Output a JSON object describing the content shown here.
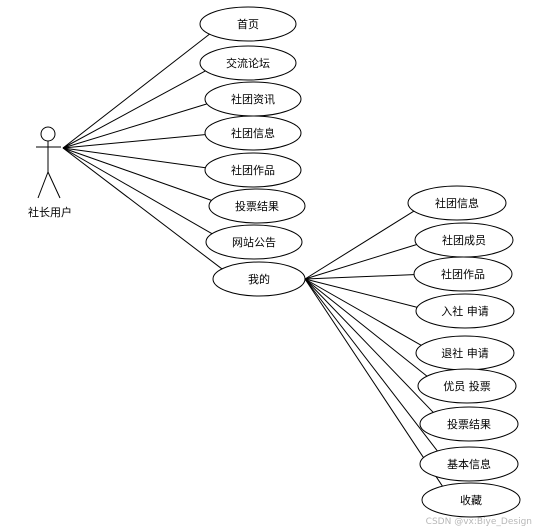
{
  "actor": {
    "label": "社长用户"
  },
  "left_use_cases": [
    "首页",
    "交流论坛",
    "社团资讯",
    "社团信息",
    "社团作品",
    "投票结果",
    "网站公告",
    "我的"
  ],
  "right_use_cases": [
    "社团信息",
    "社团成员",
    "社团作品",
    "入社 申请",
    "退社 申请",
    "优员 投票",
    "投票结果",
    "基本信息",
    "收藏"
  ],
  "watermark": "CSDN @vx:Biye_Design",
  "colors": {
    "line": "#000000",
    "fill": "#ffffff",
    "watermark": "#b8b8b8"
  }
}
